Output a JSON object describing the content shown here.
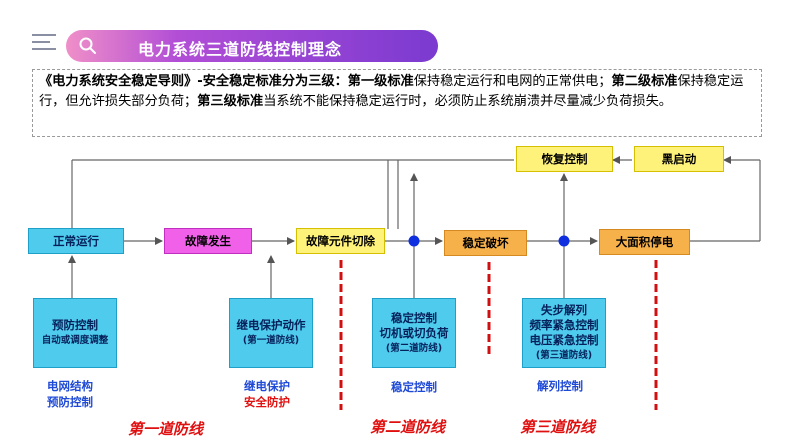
{
  "header": {
    "title": "电力系统三道防线控制理念"
  },
  "intro": {
    "p1": "《电力系统安全稳定导则》-安全稳定标准分为三级：",
    "b1": "第一级标准",
    "p2": "保持稳定运行和电网的正常供电；",
    "b2": "第二级标准",
    "p3": "保持稳定运行，但允许损失部分负荷；",
    "b3": "第三级标准",
    "p4": "当系统不能保持稳定运行时，必须防止系统崩溃并尽量减少负荷损失。"
  },
  "flow": {
    "normal": "正常运行",
    "fault": "故障发生",
    "isolate": "故障元件切除",
    "unstable": "稳定破坏",
    "blackout": "大面积停电",
    "restore": "恢复控制",
    "blackstart": "黑启动"
  },
  "controls": {
    "prevent_title": "预防控制",
    "prevent_sub": "自动或调度调整",
    "relay_title": "继电保护动作",
    "relay_sub": "(第一道防线)",
    "stab_l1": "稳定控制",
    "stab_l2": "切机或切负荷",
    "stab_sub": "(第二道防线)",
    "split_l1": "失步解列",
    "split_l2": "频率紧急控制",
    "split_l3": "电压紧急控制",
    "split_sub": "(第三道防线)"
  },
  "labels": {
    "grid_l1": "电网结构",
    "grid_l2": "预防控制",
    "relay_l1": "继电保护",
    "relay_l2": "安全防护",
    "stab": "稳定控制",
    "split": "解列控制"
  },
  "defense": {
    "first": "第一道防线",
    "second": "第二道防线",
    "third": "第三道防线"
  },
  "colors": {
    "accent": "#7b3ad0",
    "line_red": "#d01010",
    "node_blue": "#1030e0"
  }
}
